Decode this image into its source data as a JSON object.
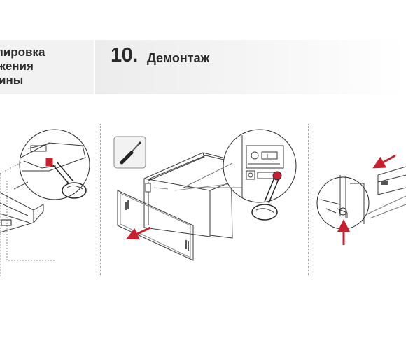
{
  "header": {
    "previous_section_lines": [
      "лировка",
      "жения",
      "ины"
    ],
    "step_number": "10.",
    "step_title": "Демонтаж"
  },
  "colors": {
    "accent_red": "#c8202f",
    "line": "#3a3a3a",
    "header_bg": "#efefef"
  },
  "icons": [
    "screwdriver-icon",
    "arrow-icon"
  ],
  "figure_labels": {
    "clip_letter": "L"
  }
}
